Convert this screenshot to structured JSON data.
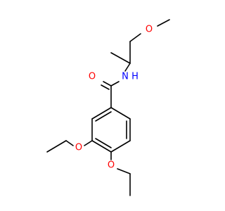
{
  "molecule": {
    "atoms": {
      "o_methoxy": {
        "symbol": "O",
        "color": "#FF0000"
      },
      "nh": {
        "symbol": "N",
        "hydrogen": "H",
        "color": "#0000FF"
      },
      "o_carbonyl": {
        "symbol": "O",
        "color": "#FF0000"
      },
      "o_ethoxy3": {
        "symbol": "O",
        "color": "#FF0000"
      },
      "o_ethoxy4": {
        "symbol": "O",
        "color": "#FF0000"
      }
    },
    "bond_color": "#000000",
    "background": "#FFFFFF"
  }
}
